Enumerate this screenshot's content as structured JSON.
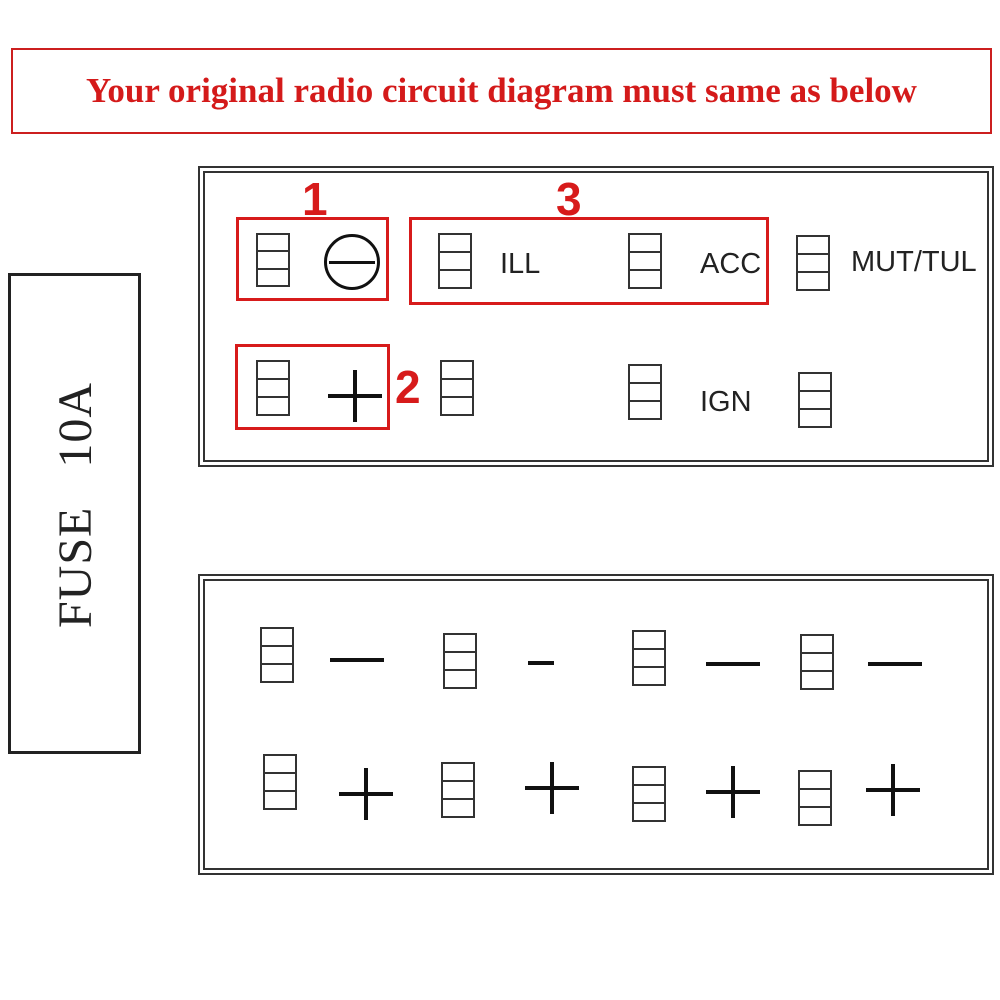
{
  "banner": {
    "text": "Your original radio circuit diagram must same as below"
  },
  "fuse": {
    "label": "FUSE   10A"
  },
  "markers": {
    "one": "1",
    "two": "2",
    "three": "3"
  },
  "terminals": {
    "ill": "ILL",
    "acc": "ACC",
    "mut": "MUT/TUL",
    "ign": "IGN"
  },
  "colors": {
    "highlight": "#d71b1b",
    "banner_text": "#d41a1a",
    "lines": "#333333"
  }
}
